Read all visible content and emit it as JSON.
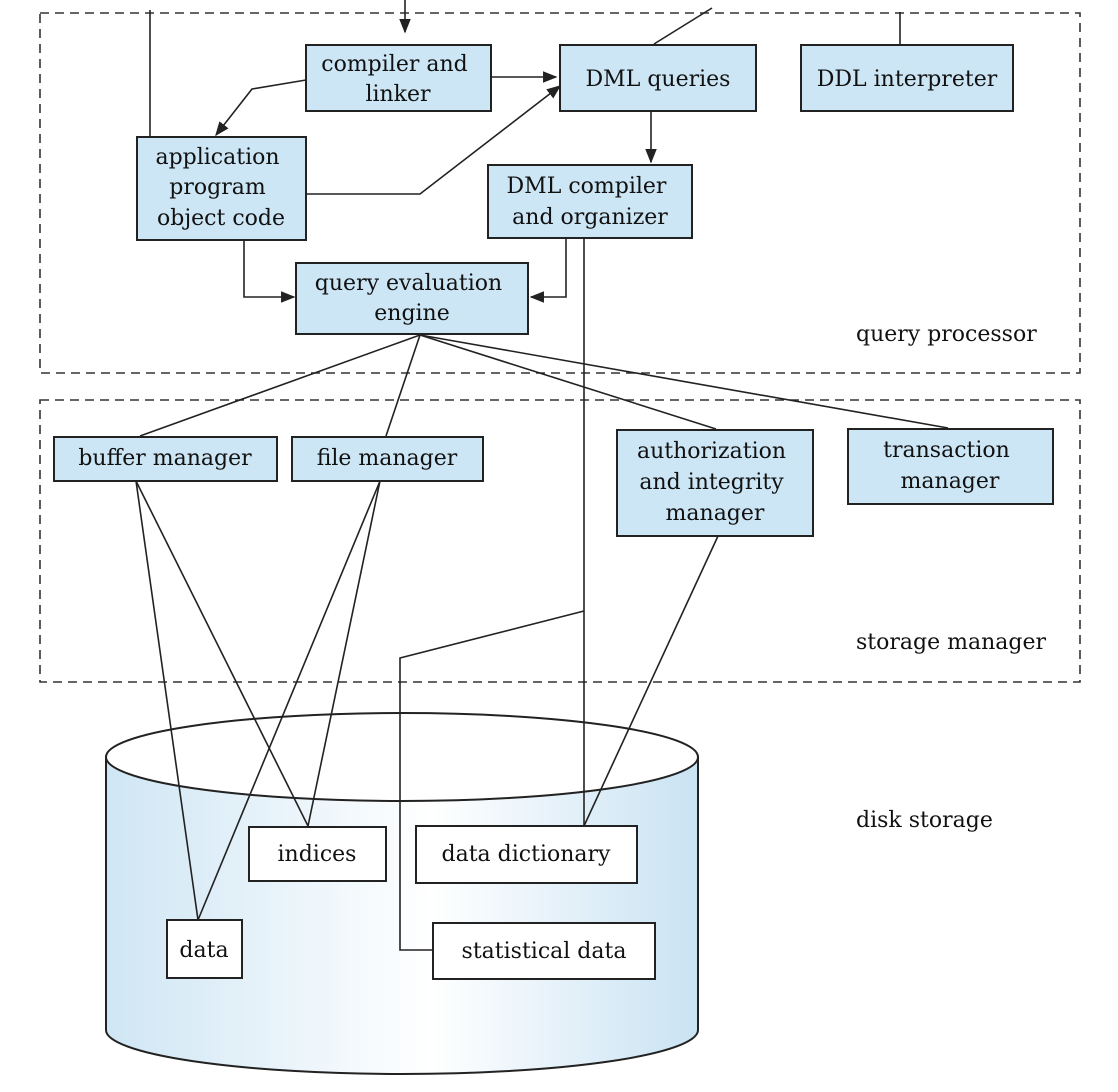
{
  "regions": {
    "query_processor": "query processor",
    "storage_manager": "storage manager",
    "disk_storage": "disk storage"
  },
  "nodes": {
    "compiler_linker": [
      "compiler and",
      "linker"
    ],
    "dml_queries": [
      "DML queries"
    ],
    "ddl_interpreter": [
      "DDL interpreter"
    ],
    "app_program": [
      "application",
      "program",
      "object code"
    ],
    "dml_compiler": [
      "DML compiler",
      "and organizer"
    ],
    "query_eval": [
      "query evaluation",
      "engine"
    ],
    "buffer_manager": [
      "buffer manager"
    ],
    "file_manager": [
      "file manager"
    ],
    "auth_integrity": [
      "authorization",
      "and integrity",
      "manager"
    ],
    "transaction_manager": [
      "transaction",
      "manager"
    ],
    "indices": [
      "indices"
    ],
    "data_dictionary": [
      "data dictionary"
    ],
    "data": [
      "data"
    ],
    "statistical_data": [
      "statistical data"
    ]
  },
  "colors": {
    "box_fill": "#cde6f5",
    "stroke": "#222222",
    "cylinder_side": "#d9edf8"
  }
}
